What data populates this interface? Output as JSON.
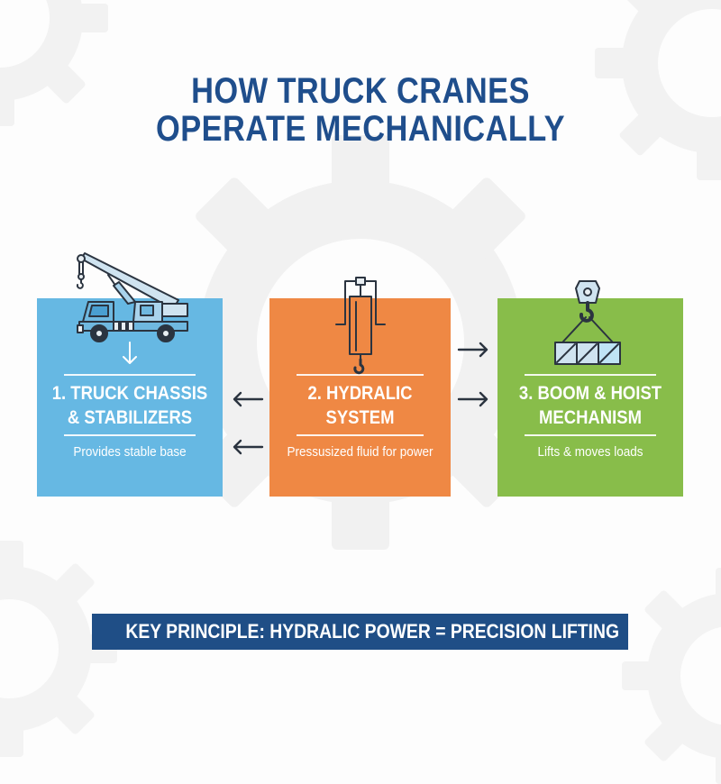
{
  "title": {
    "line1": "HOW TRUCK CRANES",
    "line2": "OPERATE MECHANICALLY"
  },
  "colors": {
    "title": "#1f4e8c",
    "card_1": "#66b8e3",
    "card_2": "#ef8844",
    "card_3": "#88bd4a",
    "banner": "#1f4e86",
    "icon_stroke": "#2b3440",
    "background": "#fdfdfd",
    "gear": "#f0f0f0"
  },
  "cards": [
    {
      "icon": "truck-crane-icon",
      "heading_line1": "1. TRUCK CHASSIS",
      "heading_line2": "& STABILIZERS",
      "description": "Provides stable base"
    },
    {
      "icon": "hydraulic-cylinder-icon",
      "heading_line1": "2. HYDRALIC",
      "heading_line2": "SYSTEM",
      "description": "Pressusized fluid for power"
    },
    {
      "icon": "hook-load-icon",
      "heading_line1": "3. BOOM & HOIST",
      "heading_line2": "MECHANISM",
      "description": "Lifts & moves loads"
    }
  ],
  "arrows": [
    {
      "between": "card-1/card-2",
      "direction": "left",
      "glyph": "←"
    },
    {
      "between": "card-1/card-2",
      "direction": "left",
      "glyph": "←"
    },
    {
      "between": "card-2/card-3",
      "direction": "right",
      "glyph": "→"
    },
    {
      "between": "card-2/card-3",
      "direction": "right",
      "glyph": "→"
    }
  ],
  "inner_arrow": {
    "direction": "down",
    "glyph": "↓"
  },
  "banner": {
    "text": "KEY PRINCIPLE: HYDRALIC POWER = PRECISION LIFTING"
  }
}
